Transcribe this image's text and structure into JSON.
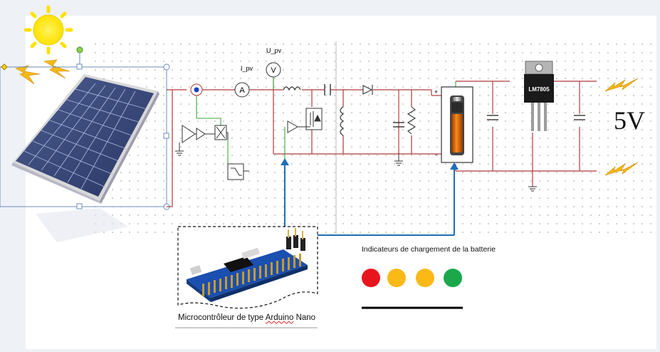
{
  "schematic": {
    "current_probe_label": "I_pv",
    "voltage_probe_label": "U_pv",
    "ammeter_symbol": "A",
    "voltmeter_symbol": "V",
    "regulator_label": "LM7805",
    "output_voltage": "5V"
  },
  "microcontroller": {
    "caption_prefix": "Microcontrôleur de type ",
    "caption_board": "Arduino",
    "caption_suffix": " Nano"
  },
  "battery_indicators": {
    "title": "Indicateurs de chargement de la batterie",
    "colors": [
      "#e8161c",
      "#fbb917",
      "#fbb917",
      "#1aa84a"
    ]
  },
  "colors": {
    "wire_red": "#b23a3a",
    "wire_green": "#3ca63c",
    "arrow_blue": "#1f6fb8",
    "sun": "#ffee00",
    "lightning": "#f6b816"
  }
}
